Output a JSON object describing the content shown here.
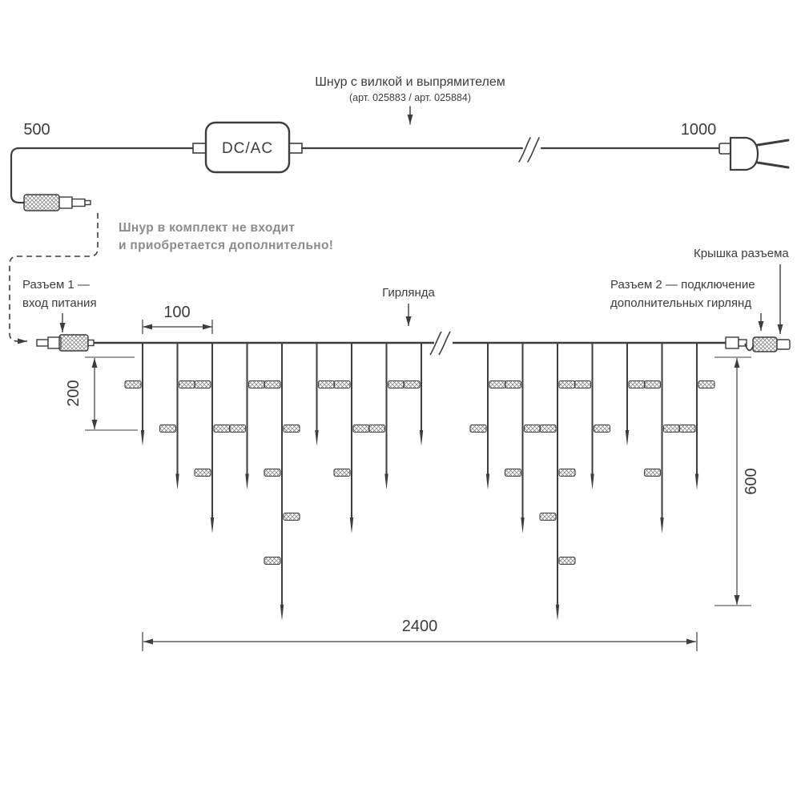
{
  "diagram": {
    "power_cord": {
      "length_left": "500",
      "length_right": "1000",
      "title": "Шнур с вилкой и выпрямителем",
      "subtitle": "(арт. 025883 / арт. 025884)",
      "converter_label": "DC/AC"
    },
    "note": {
      "line1": "Шнур в комплект не входит",
      "line2": "и приобретается дополнительно!"
    },
    "garland": {
      "connector1_line1": "Разъем 1 —",
      "connector1_line2": "вход питания",
      "label": "Гирлянда",
      "connector2_line1": "Разъем 2 — подключение",
      "connector2_line2": "дополнительных гирлянд",
      "cap_label": "Крышка разъема",
      "dim_spacing": "100",
      "dim_first_drop": "200",
      "dim_max_drop": "600",
      "dim_total_length": "2400"
    },
    "colors": {
      "stroke": "#3d3d3d",
      "note_text": "#8c8c8c"
    }
  }
}
